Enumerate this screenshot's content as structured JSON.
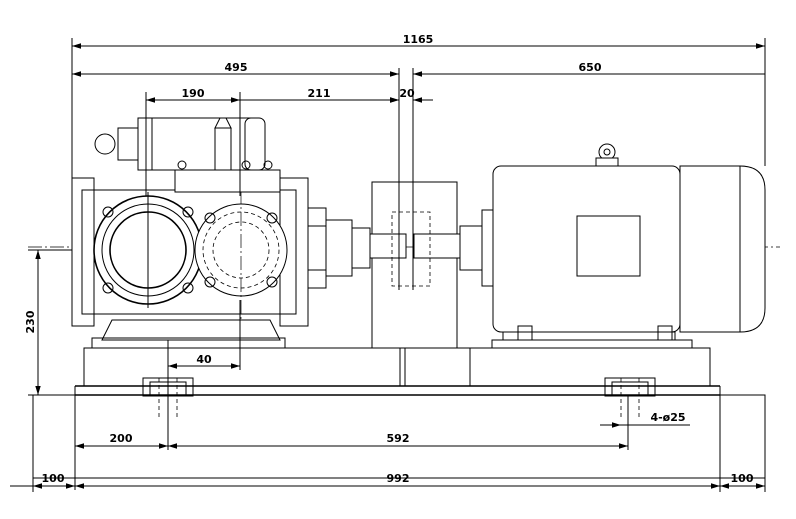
{
  "dimensions": {
    "overall_length": "1165",
    "pump_section": "495",
    "motor_section": "650",
    "pump_inlet_offset": "190",
    "pump_to_coupling": "211",
    "coupling_gap": "20",
    "shaft_height": "230",
    "inlet_base_offset": "40",
    "bolt_edge_offset": "200",
    "bolt_spacing": "592",
    "bolt_holes": "4-ø25",
    "foundation_left_margin": "100",
    "base_length": "992",
    "foundation_right_margin": "100"
  }
}
